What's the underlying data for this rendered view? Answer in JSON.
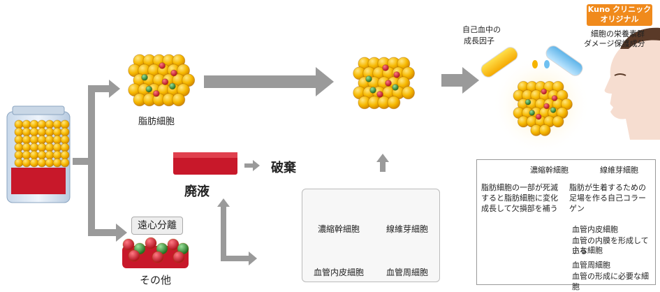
{
  "labels": {
    "fat_cell": "脂肪細胞",
    "waste_liquid": "廃液",
    "discard": "破棄",
    "centrifuge": "遠心分離",
    "other": "その他",
    "own_blood_factor_1": "自己血中の",
    "own_blood_factor_2": "成長因子",
    "kuno_1": "Kuno クリニック",
    "kuno_2": "オリジナル",
    "nutrients_1": "細胞の栄養素群",
    "nutrients_2": "ダメージ保護成分"
  },
  "legend": {
    "concentrated_stem": "濃縮幹細胞",
    "fibroblast": "線維芽細胞",
    "endothelial": "血管内皮細胞",
    "pericyte": "血管周細胞"
  },
  "info": {
    "stem_title": "濃縮幹細胞",
    "fibro_title": "線維芽細胞",
    "stem_desc_1": "脂肪細胞の一部が死滅",
    "stem_desc_2": "すると脂肪細胞に変化",
    "stem_desc_3": "成長して欠損部を補う",
    "fibro_desc_1": "脂肪が生着するための",
    "fibro_desc_2": "足場を作る自己コラー",
    "fibro_desc_3": "ゲン",
    "endo_title": "血管内皮細胞",
    "endo_desc_1": "血管の内膜を形成している",
    "endo_desc_2": "主な細胞",
    "peri_title": "血管周細胞",
    "peri_desc": "血管の形成に必要な細胞"
  },
  "colors": {
    "fat": "#f6b800",
    "fat_dark": "#d99a00",
    "red": "#cc1a2a",
    "green": "#2e8b2e",
    "arrow": "#9a9a9a",
    "orange": "#f08a1c",
    "pink": "#d94c66"
  }
}
